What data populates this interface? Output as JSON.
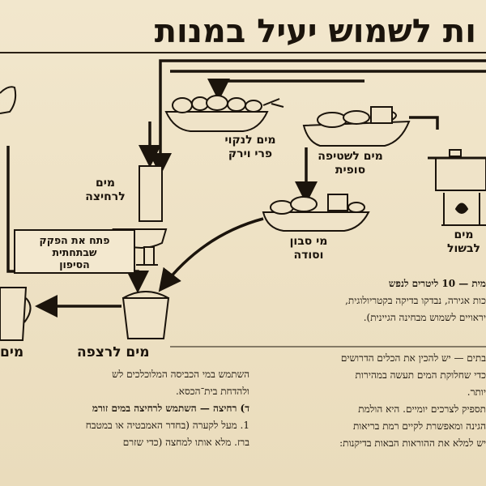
{
  "title": "ות לשמוש יעיל במנות",
  "labels": {
    "fruit": [
      "מים לנקוי",
      "פרי וירק"
    ],
    "rinse": [
      "מים לשטיפה",
      "סופית"
    ],
    "cook": [
      "מים",
      "לבשול"
    ],
    "wash": [
      "מים",
      "לרחיצה"
    ],
    "soap": [
      "מי סבון",
      "וסודה"
    ],
    "siphon": [
      "פתח את הפקק",
      "שבתחתית",
      "הסיפון"
    ],
    "floor": "מים לרצפה",
    "left_mim": "מים"
  },
  "text_right": {
    "line1": "מית — 10 ליטרים לנפש",
    "line2": "כות אגירה, נבדקו בדיקה בקטריולוגית,",
    "line3": "יראויים לשמוש מבחינה הגיינית).",
    "line4": "בתים — יש להכין את הכלים הדרושים",
    "line5": "כדי שחלוקת המים תעשה במהירות",
    "line6": "יותר.",
    "line7": "תספיק לצרכים יומיים. היא הולמת",
    "line8": "הגינה ומאפשרת לקיים רמת בריאות",
    "line9": "יש למלא את ההוראות הבאות בדיקנות:"
  },
  "text_left": {
    "line1": "השתמש במי הכביסה המלוכלכים לש",
    "line2": "ולהדחת בית־הכסא.",
    "line3": "ד) רחיצה — השתמש לרחיצה במים זורמ",
    "line4": "1. מעל לקערה (בחדר האמבטיה או במטבח",
    "line5": "ברז. מלא אותו למחצה (כדי שזרם"
  }
}
